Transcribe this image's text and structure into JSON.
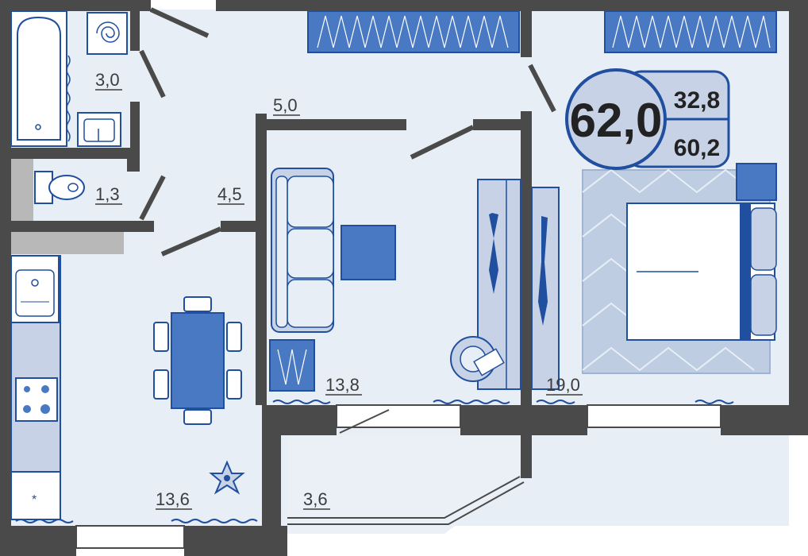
{
  "summary": {
    "total_area": "62,0",
    "living_area": "32,8",
    "area_without_balcony": "60,2"
  },
  "rooms": {
    "bathroom": "3,0",
    "toilet": "1,3",
    "corridor_top": "5,0",
    "corridor_side": "4,5",
    "kitchen": "13,6",
    "living_room": "13,8",
    "bedroom": "19,0",
    "balcony": "3,6"
  },
  "colors": {
    "wall": "#4a4a4a",
    "floor": "#e8eef5",
    "accent": "#4a79c4",
    "dark_accent": "#1f4f9e",
    "light_furniture": "#c7d2e6",
    "badge_ring": "#1f4f9e"
  }
}
